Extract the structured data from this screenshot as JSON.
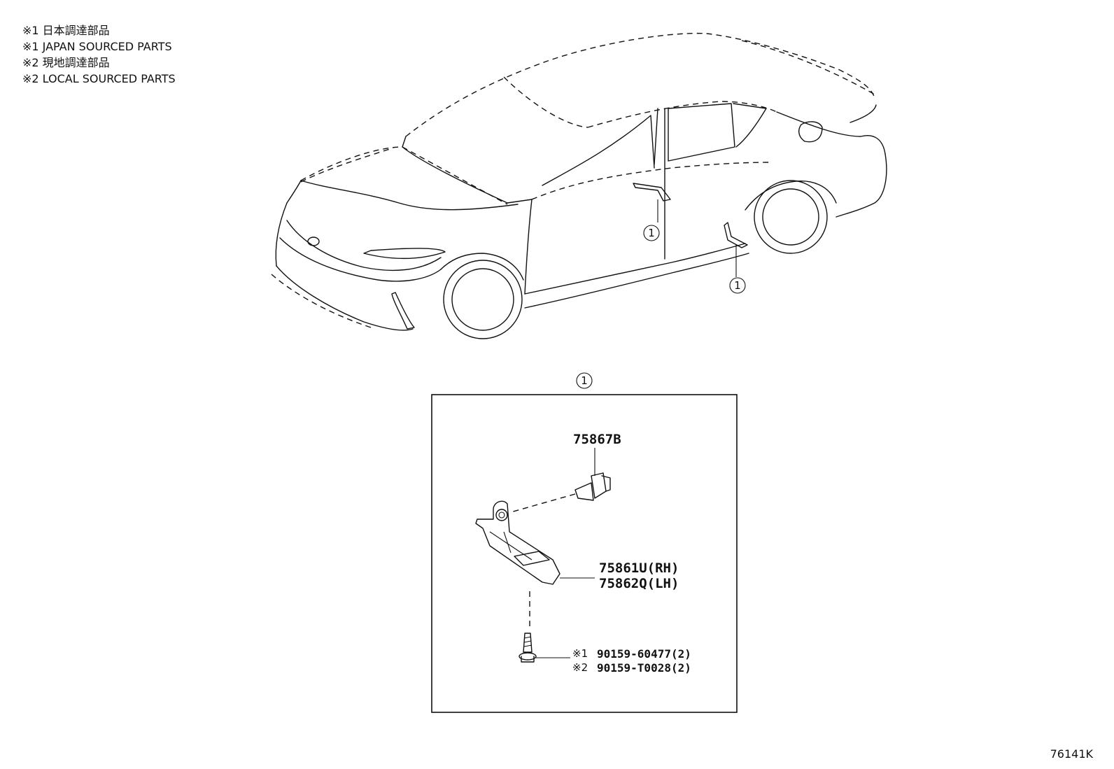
{
  "legend": {
    "line1": "※1 日本調達部品",
    "line2": "※1 JAPAN SOURCED PARTS",
    "line3": "※2 現地調達部品",
    "line4": "※2 LOCAL SOURCED PARTS"
  },
  "callouts": {
    "callout_marker": "1",
    "detail_marker": "1"
  },
  "parts": {
    "clip": "75867B",
    "bracket_rh": "75861U(RH)",
    "bracket_lh": "75862Q(LH)",
    "screw_japan_mark": "※1",
    "screw_japan": "90159-60477(2)",
    "screw_local_mark": "※2",
    "screw_local": "90159-T0028(2)"
  },
  "diagram_code": "76141K"
}
